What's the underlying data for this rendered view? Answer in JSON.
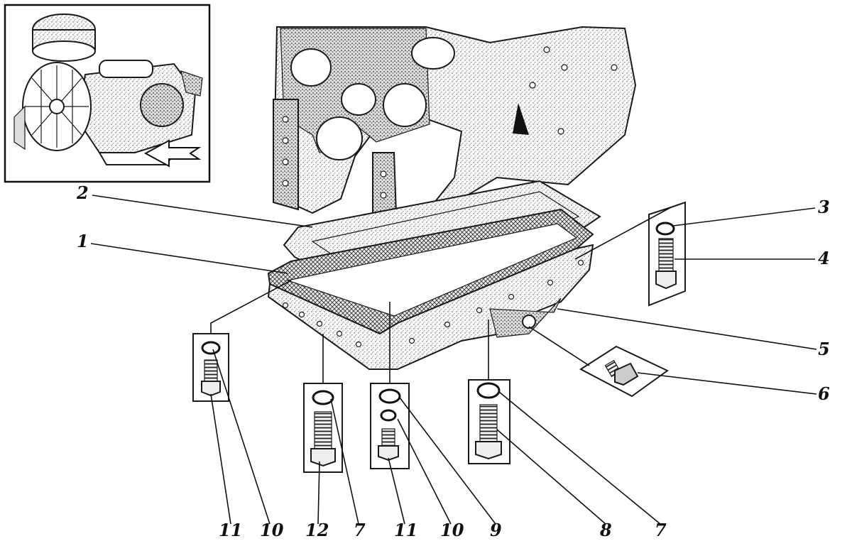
{
  "figure": {
    "callouts": [
      {
        "id": "c1",
        "label": "1"
      },
      {
        "id": "c2",
        "label": "2"
      },
      {
        "id": "c3",
        "label": "3"
      },
      {
        "id": "c4",
        "label": "4"
      },
      {
        "id": "c5",
        "label": "5"
      },
      {
        "id": "c6",
        "label": "6"
      },
      {
        "id": "c7a",
        "label": "7"
      },
      {
        "id": "c7b",
        "label": "7"
      },
      {
        "id": "c8",
        "label": "8"
      },
      {
        "id": "c9",
        "label": "9"
      },
      {
        "id": "c10a",
        "label": "10"
      },
      {
        "id": "c10b",
        "label": "10"
      },
      {
        "id": "c11a",
        "label": "11"
      },
      {
        "id": "c11b",
        "label": "11"
      },
      {
        "id": "c12",
        "label": "12"
      }
    ]
  }
}
